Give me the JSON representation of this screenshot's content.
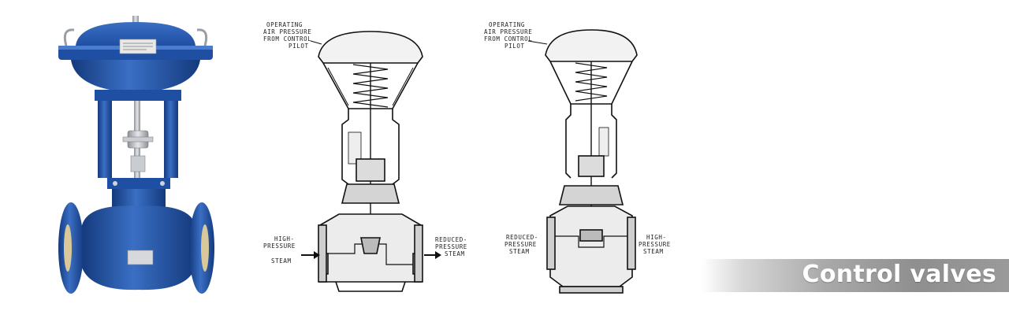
{
  "banner": {
    "title": "Control valves"
  },
  "diagram_left": {
    "labels": {
      "air_line1": "OPERATING",
      "air_line2": "AIR PRESSURE",
      "air_line3": "FROM CONTROL",
      "air_line4": "PILOT",
      "inlet_line1": "HIGH-",
      "inlet_line2": "PRESSURE",
      "inlet_line3": "STEAM",
      "outlet_line1": "REDUCED-",
      "outlet_line2": "PRESSURE",
      "outlet_line3": "STEAM"
    }
  },
  "diagram_right": {
    "labels": {
      "air_line1": "OPERATING",
      "air_line2": "AIR PRESSURE",
      "air_line3": "FROM CONTROL",
      "air_line4": "PILOT",
      "outlet_line1": "REDUCED-",
      "outlet_line2": "PRESSURE",
      "outlet_line3": "STEAM",
      "inlet_line1": "HIGH-",
      "inlet_line2": "PRESSURE",
      "inlet_line3": "STEAM"
    }
  },
  "colors": {
    "valve_blue": "#1f4fa3",
    "valve_blue_dark": "#143a7d",
    "valve_blue_light": "#3a6fc4",
    "steel": "#b9bcc2",
    "banner_text": "#ffffff"
  }
}
